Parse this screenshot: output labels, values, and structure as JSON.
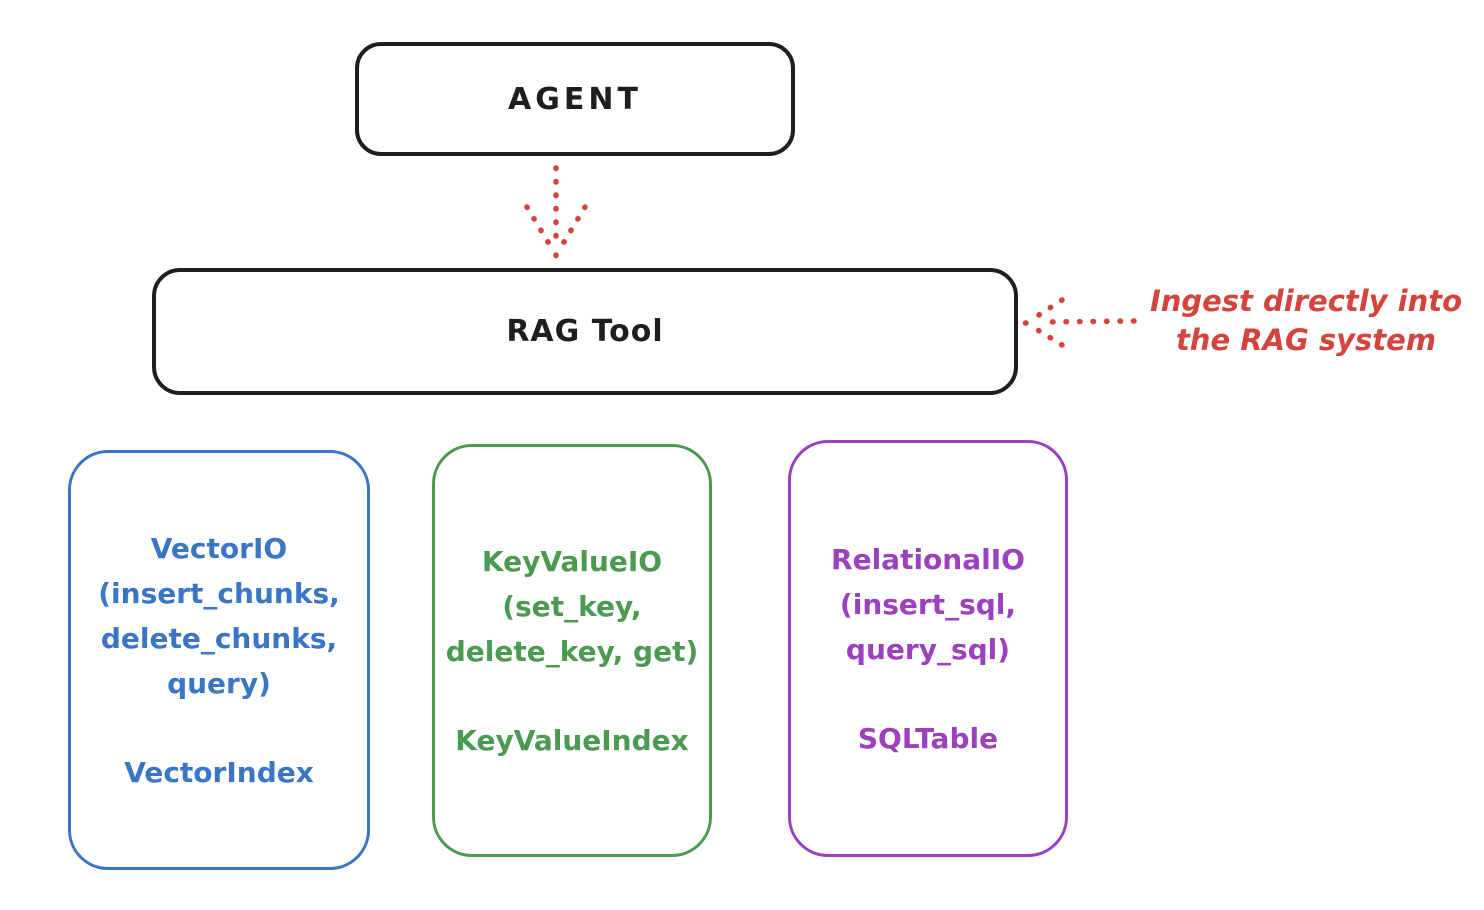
{
  "colors": {
    "background": "#ffffff",
    "ink": "#1e1e1e",
    "red": "#d2443c",
    "blue": "#3b76c4",
    "green": "#4a9b50",
    "purple": "#9b41bf"
  },
  "agent_box": {
    "label": "AGENT"
  },
  "rag_tool_box": {
    "label": "RAG Tool"
  },
  "annotation": {
    "label": "Ingest directly into\nthe RAG system"
  },
  "io_boxes": [
    {
      "id": "vector-io",
      "color": "#3b76c4",
      "signature": "VectorIO\n(insert_chunks,\ndelete_chunks,\nquery)",
      "index_class": "VectorIndex"
    },
    {
      "id": "keyvalue-io",
      "color": "#4a9b50",
      "signature": "KeyValueIO\n(set_key,\ndelete_key, get)",
      "index_class": "KeyValueIndex"
    },
    {
      "id": "relational-io",
      "color": "#9b41bf",
      "signature": "RelationalIO\n(insert_sql,\nquery_sql)",
      "index_class": "SQLTable"
    }
  ]
}
